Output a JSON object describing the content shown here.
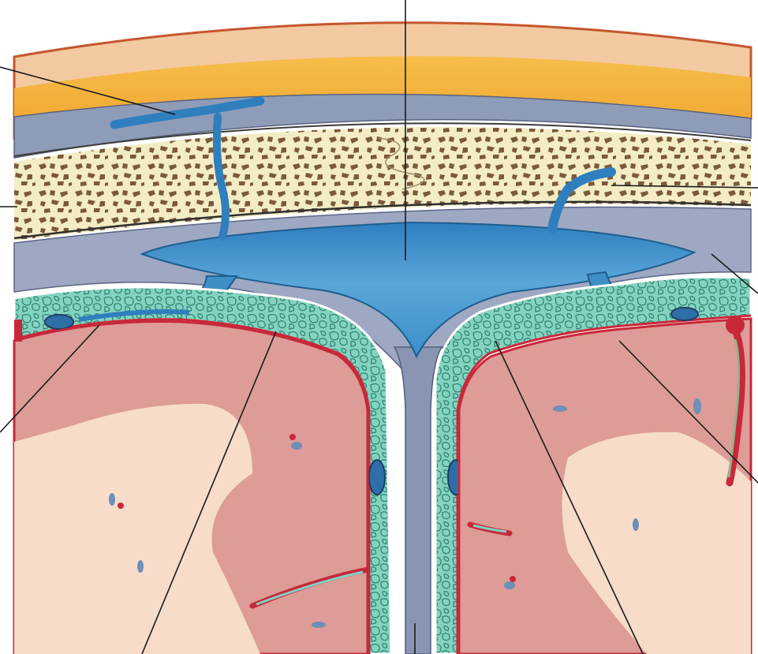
{
  "diagram": {
    "structures": [
      {
        "id": "scalp-skin",
        "color": "#f2c9a0"
      },
      {
        "id": "scalp-fat",
        "color": "#f3b33a"
      },
      {
        "id": "periosteum",
        "color": "#8f9cb8"
      },
      {
        "id": "skull-bone",
        "color": "#f3ecc4"
      },
      {
        "id": "dura-mater",
        "color": "#9ea8c3"
      },
      {
        "id": "superior-sagittal-sinus",
        "color": "#3f8fc7"
      },
      {
        "id": "arachnoid-mater",
        "color": "#7fd2bf"
      },
      {
        "id": "cerebral-cortex",
        "color": "#dd9c97"
      },
      {
        "id": "white-matter",
        "color": "#f6dcc9"
      }
    ],
    "leader_lines": [
      "emissary-vein",
      "diploic-bone",
      "sagittal-sinus",
      "diploic-vein",
      "dura",
      "subarachnoid-space",
      "arachnoid",
      "pia",
      "falx",
      "cortex-vessel",
      "cortex",
      "arachnoid-villus"
    ],
    "labels": []
  }
}
